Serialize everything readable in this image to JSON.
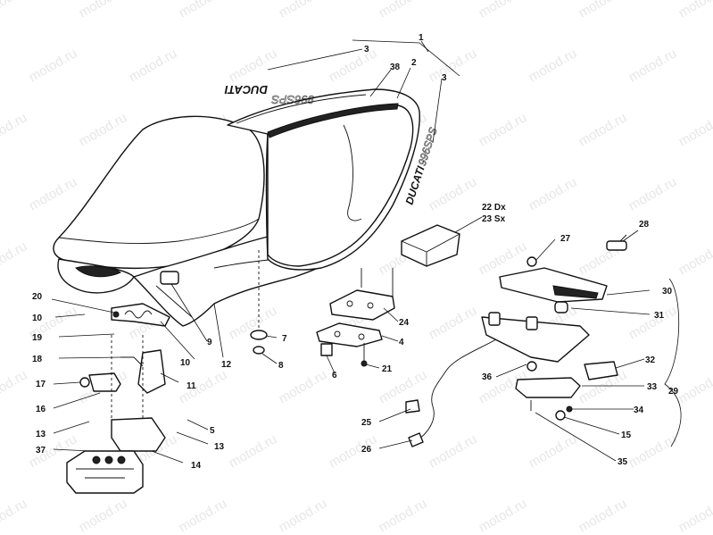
{
  "watermark": "motod.ru",
  "decals": {
    "brand": "DUCATI",
    "model": "996SPS"
  },
  "callouts": [
    {
      "id": "1",
      "label": "1"
    },
    {
      "id": "2",
      "label": "2"
    },
    {
      "id": "3a",
      "label": "3"
    },
    {
      "id": "3b",
      "label": "3"
    },
    {
      "id": "38",
      "label": "38"
    },
    {
      "id": "22",
      "label": "22 Dx"
    },
    {
      "id": "23",
      "label": "23 Sx"
    },
    {
      "id": "28",
      "label": "28"
    },
    {
      "id": "27",
      "label": "27"
    },
    {
      "id": "30",
      "label": "30"
    },
    {
      "id": "31",
      "label": "31"
    },
    {
      "id": "24",
      "label": "24"
    },
    {
      "id": "4",
      "label": "4"
    },
    {
      "id": "21",
      "label": "21"
    },
    {
      "id": "6",
      "label": "6"
    },
    {
      "id": "36",
      "label": "36"
    },
    {
      "id": "32",
      "label": "32"
    },
    {
      "id": "33",
      "label": "33"
    },
    {
      "id": "29",
      "label": "29"
    },
    {
      "id": "34",
      "label": "34"
    },
    {
      "id": "15",
      "label": "15"
    },
    {
      "id": "35",
      "label": "35"
    },
    {
      "id": "25",
      "label": "25"
    },
    {
      "id": "26",
      "label": "26"
    },
    {
      "id": "20",
      "label": "20"
    },
    {
      "id": "10a",
      "label": "10"
    },
    {
      "id": "19",
      "label": "19"
    },
    {
      "id": "18",
      "label": "18"
    },
    {
      "id": "17",
      "label": "17"
    },
    {
      "id": "16",
      "label": "16"
    },
    {
      "id": "13a",
      "label": "13"
    },
    {
      "id": "37",
      "label": "37"
    },
    {
      "id": "9",
      "label": "9"
    },
    {
      "id": "10b",
      "label": "10"
    },
    {
      "id": "12",
      "label": "12"
    },
    {
      "id": "11",
      "label": "11"
    },
    {
      "id": "7",
      "label": "7"
    },
    {
      "id": "8",
      "label": "8"
    },
    {
      "id": "5",
      "label": "5"
    },
    {
      "id": "13b",
      "label": "13"
    },
    {
      "id": "14",
      "label": "14"
    }
  ]
}
